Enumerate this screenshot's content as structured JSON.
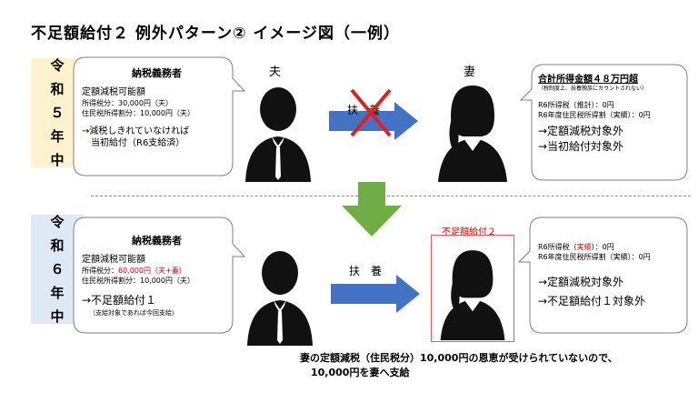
{
  "title": "不足額給付２ 例外パターン② イメージ図（一例）",
  "years": {
    "r5": [
      "令",
      "和",
      "５",
      "年",
      "中"
    ],
    "r6": [
      "令",
      "和",
      "６",
      "年",
      "中"
    ]
  },
  "r5": {
    "husband_label": "夫",
    "wife_label": "妻",
    "support_label": "扶　養",
    "left_bubble": {
      "heading": "納税義務者",
      "line1": "定額減税可能額",
      "line2": "所得税分：30,000円（夫）",
      "line3": "住民税所得割分：10,000円（夫）",
      "line4": "→減税しきれていなければ",
      "line5": "当初給付（R6支給済）"
    },
    "right_bubble": {
      "heading": "合計所得金額４８万円超",
      "note": "（税制度上、扶養親族にカウントされない）",
      "line1": "R6所得税（推計）：0円",
      "line2": "R6年度住民税所得割（実績）：0円",
      "line3": "→定額減税対象外",
      "line4": "→当初給付対象外"
    }
  },
  "r6": {
    "support_label": "扶　養",
    "shortfall_label": "不足額給付２",
    "left_bubble": {
      "heading": "納税義務者",
      "line1": "定額減税可能額",
      "line2_prefix": "所得税分：",
      "line2_red": "60,000円（夫+妻）",
      "line3": "住民税所得割分：10,000円（夫）",
      "line4": "→不足額給付１",
      "line5": "（支給対象であれば今回支給）"
    },
    "right_bubble": {
      "line1_prefix": "R6所得税（",
      "line1_red": "実績",
      "line1_suffix": "）：0円",
      "line2": "R6年度住民税所得割（実績）：0円",
      "line3": "→定額減税対象外",
      "line4": "→不足額給付１対象外"
    }
  },
  "footer": {
    "line1": "妻の定額減税（住民税分）10,000円の恩恵が受けられていないので、",
    "line2": "10,000円を妻へ支給"
  },
  "colors": {
    "blue_arrow": "#4472c4",
    "green_arrow": "#70ad47",
    "red_cross": "#e02020",
    "person": "#111111"
  }
}
